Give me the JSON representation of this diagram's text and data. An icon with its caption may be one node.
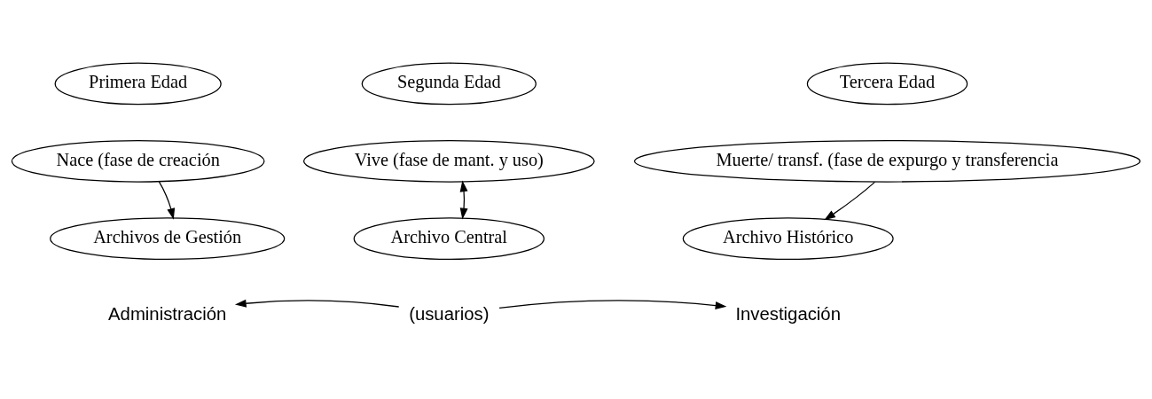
{
  "diagram": {
    "nodes": [
      {
        "text": [
          "Primera Edad"
        ]
      },
      {
        "text": [
          "Segunda Edad"
        ]
      },
      {
        "text": [
          "Tercera Edad"
        ]
      },
      {
        "text": [
          "Nace (fase de creación"
        ]
      },
      {
        "text": [
          "Vive (fase de mant. y uso)"
        ]
      },
      {
        "text": [
          "Muerte/ transf. (fase de expurgo y transferencia"
        ]
      },
      {
        "text": [
          "Archivos de Gestión"
        ]
      },
      {
        "text": [
          "Archivo Central"
        ]
      },
      {
        "text": [
          "Archivo Histórico"
        ]
      },
      {
        "text": [
          "Administración"
        ]
      },
      {
        "text": [
          "(usuarios)"
        ]
      },
      {
        "text": [
          "Investigación"
        ]
      }
    ],
    "edges": [
      {
        "from": 3,
        "to": 6,
        "arrow": "to"
      },
      {
        "from": 4,
        "to": 7,
        "arrow": "both"
      },
      {
        "from": 5,
        "to": 8,
        "arrow": "to"
      },
      {
        "from": 10,
        "to": 9,
        "arrow": "to"
      },
      {
        "from": 10,
        "to": 11,
        "arrow": "to"
      }
    ]
  }
}
